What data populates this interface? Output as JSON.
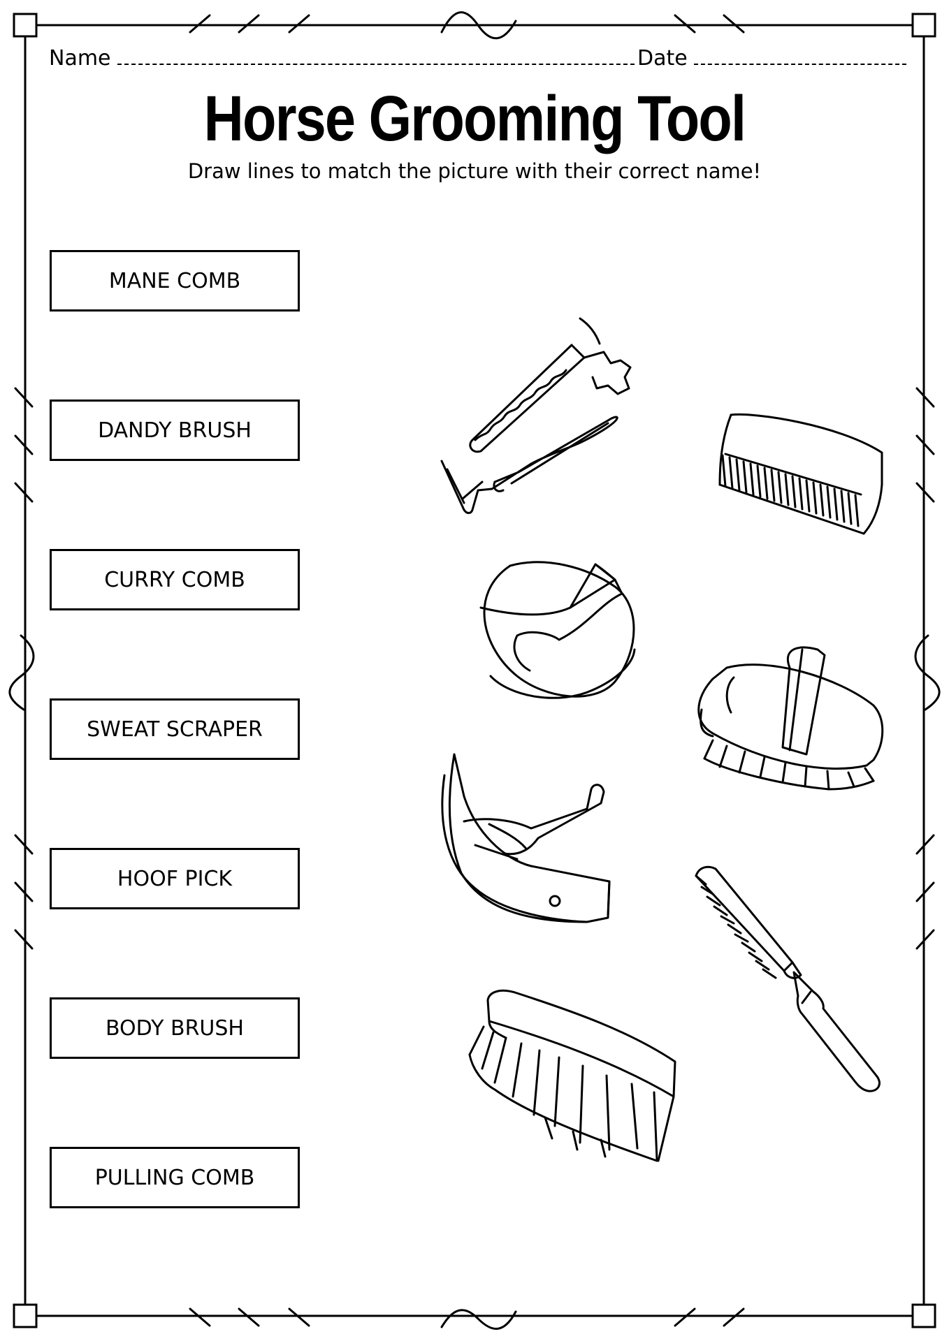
{
  "header": {
    "name_label": "Name",
    "date_label": "Date"
  },
  "worksheet": {
    "title": "Horse Grooming Tool",
    "instructions": "Draw lines to match the picture with their correct name!",
    "labels": [
      "MANE COMB",
      "DANDY BRUSH",
      "CURRY COMB",
      "SWEAT SCRAPER",
      "HOOF PICK",
      "BODY BRUSH",
      "PULLING COMB"
    ]
  },
  "pictures": [
    "hoof-pick-icon",
    "mane-comb-icon",
    "curry-comb-icon",
    "body-brush-icon",
    "sweat-scraper-icon",
    "pulling-comb-icon",
    "dandy-brush-icon"
  ]
}
